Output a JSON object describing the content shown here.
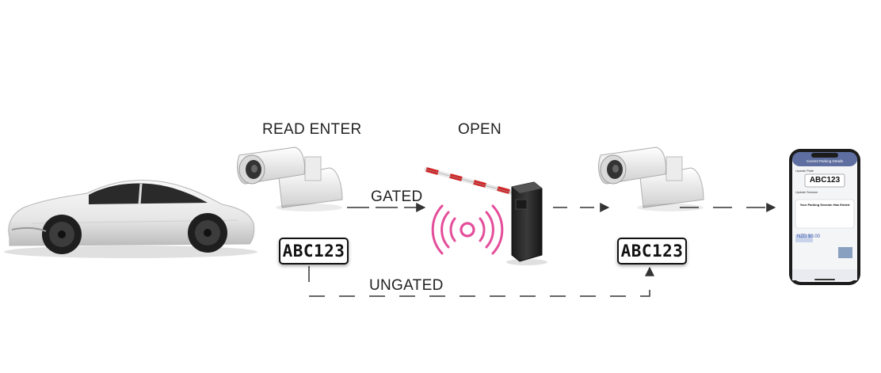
{
  "labels": {
    "read_enter": "READ ENTER",
    "open": "OPEN",
    "gated": "GATED",
    "ungated": "UNGATED"
  },
  "plates": {
    "entry": "ABC123",
    "exit": "ABC123"
  },
  "phone": {
    "header": "Current Parking Details",
    "section_plate": "Update Plate",
    "plate": "ABC123",
    "section_session": "Update Session",
    "dialog_title": "Your Parking Session Has Ended",
    "amount": "NZD $0.00"
  },
  "colors": {
    "arrow": "#333333",
    "signal": "#e44d9a",
    "barrier_red": "#d0282a",
    "gate_body": "#2b2b2b"
  }
}
